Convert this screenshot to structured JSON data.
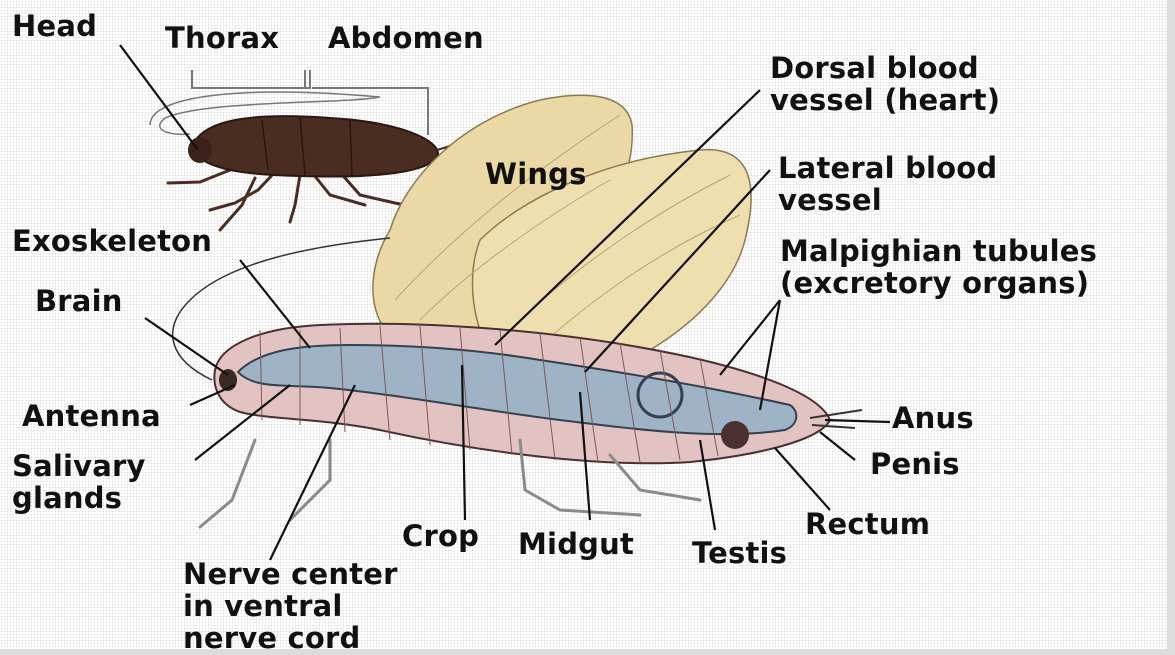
{
  "labels": {
    "head": "Head",
    "thorax": "Thorax",
    "abdomen": "Abdomen",
    "dorsal_blood_vessel": [
      "Dorsal blood",
      "vessel (heart)"
    ],
    "wings": "Wings",
    "lateral_blood_vessel": [
      "Lateral blood",
      "vessel"
    ],
    "exoskeleton": "Exoskeleton",
    "malpighian_tubules": [
      "Malpighian tubules",
      "(excretory organs)"
    ],
    "brain": "Brain",
    "antenna": "Antenna",
    "anus": "Anus",
    "salivary_glands": [
      "Salivary",
      "glands"
    ],
    "penis": "Penis",
    "rectum": "Rectum",
    "crop": "Crop",
    "midgut": "Midgut",
    "testis": "Testis",
    "nerve_center": [
      "Nerve center",
      "in ventral",
      "nerve cord"
    ]
  },
  "colors": {
    "wing": "#ead9a4",
    "body": "#e3c3c1",
    "gut": "#9fb3c6",
    "insect": "#4a2d21",
    "line": "#111111"
  }
}
